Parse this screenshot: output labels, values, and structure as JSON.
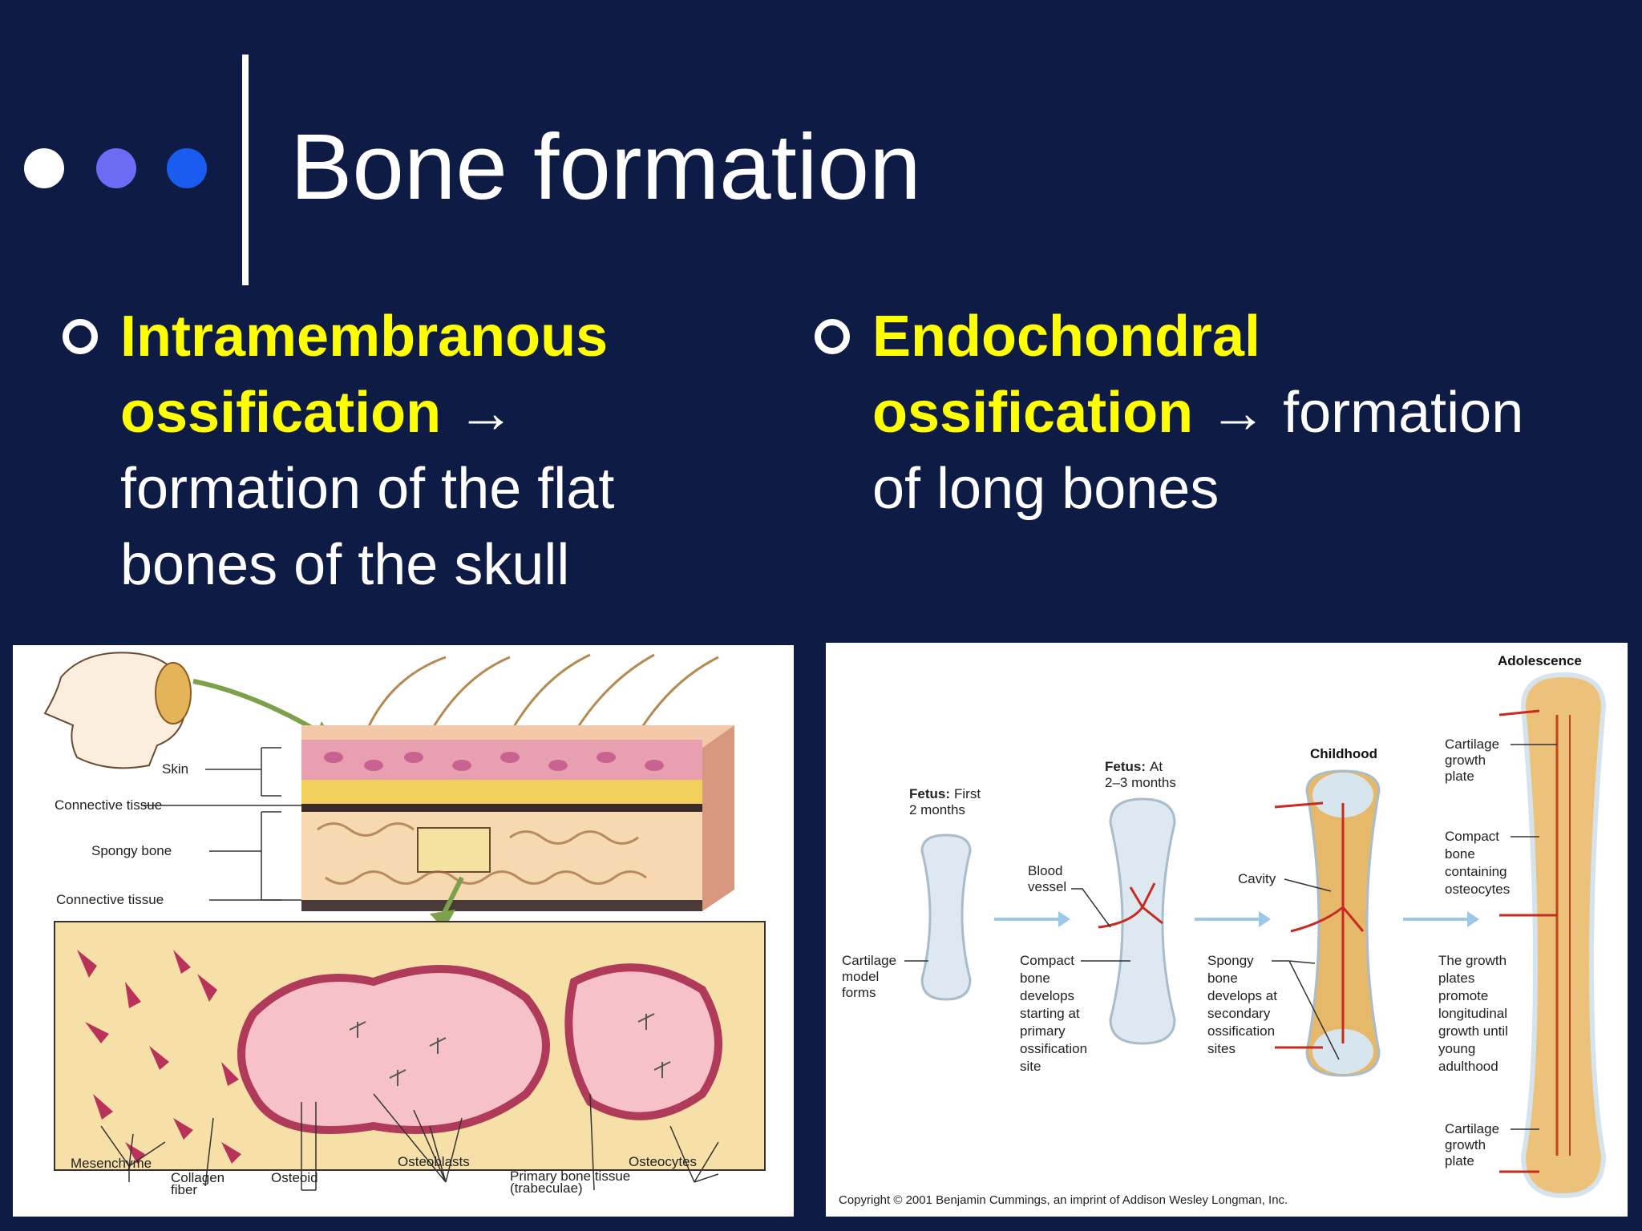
{
  "slide": {
    "title": "Bone formation",
    "colors": {
      "background": "#0e1c45",
      "highlight": "#ffff00",
      "dot1": "#ffffff",
      "dot2": "#6b6bf5",
      "dot3": "#1a5cf0"
    }
  },
  "left_bullet": {
    "term_line1": "Intramembranous",
    "term_line2": "ossification",
    "arrow": "→",
    "desc_line1": "formation of the flat",
    "desc_line2": "bones of the skull"
  },
  "right_bullet": {
    "term_line1": "Endochondral",
    "term_line2": "ossification",
    "arrow": "→",
    "desc_inline": "formation",
    "desc_line2": "of long bones"
  },
  "left_figure": {
    "labels": {
      "skin": "Skin",
      "ct1": "Connective tissue",
      "spongy": "Spongy bone",
      "ct2": "Connective tissue",
      "mesenchyme": "Mesenchyme",
      "collagen1": "Collagen",
      "collagen2": "fiber",
      "osteoid": "Osteoid",
      "osteoblasts": "Osteoblasts",
      "primary1": "Primary bone tissue",
      "primary2": "(trabeculae)",
      "osteocytes": "Osteocytes"
    }
  },
  "right_figure": {
    "stages": {
      "fetus1_a": "Fetus:",
      "fetus1_b": "First",
      "fetus1_c": "2 months",
      "fetus2_a": "Fetus:",
      "fetus2_b": "At",
      "fetus2_c": "2–3 months",
      "childhood": "Childhood",
      "adolescence": "Adolescence"
    },
    "labels": {
      "cart_model": [
        "Cartilage",
        "model",
        "forms"
      ],
      "blood_vessel": [
        "Blood",
        "vessel"
      ],
      "compact_dev": [
        "Compact",
        "bone",
        "develops",
        "starting at",
        "primary",
        "ossification",
        "site"
      ],
      "cavity": "Cavity",
      "spongy_dev": [
        "Spongy",
        "bone",
        "develops at",
        "secondary",
        "ossification",
        "sites"
      ],
      "cart_plate_top": [
        "Cartilage",
        "growth",
        "plate"
      ],
      "compact_osteo": [
        "Compact",
        "bone",
        "containing",
        "osteocytes"
      ],
      "growth_plates": [
        "The growth",
        "plates",
        "promote",
        "longitudinal",
        "growth until",
        "young",
        "adulthood"
      ],
      "cart_plate_bottom": [
        "Cartilage",
        "growth",
        "plate"
      ]
    },
    "copyright": "Copyright © 2001 Benjamin Cummings, an imprint of Addison Wesley Longman, Inc."
  }
}
